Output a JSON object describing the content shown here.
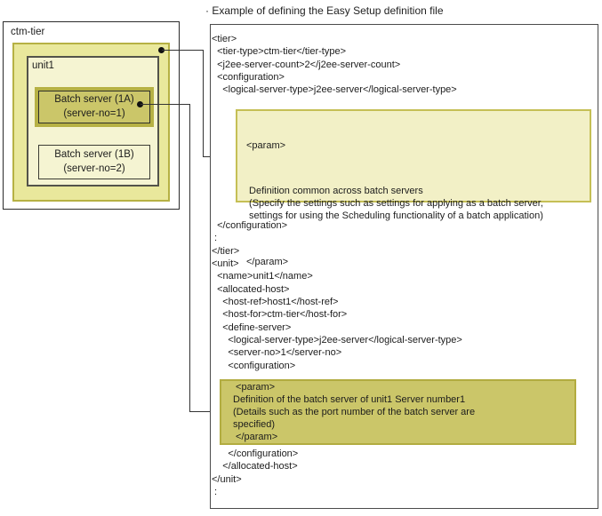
{
  "title": "· Example of defining the Easy Setup definition file",
  "colors": {
    "highlight_fill_light": "#f2f0c6",
    "highlight_fill_dark": "#cbc669",
    "highlight_border": "#b6b144",
    "tier_band_fill": "#e9e89c",
    "unit_fill": "#f5f4d2"
  },
  "diagram": {
    "tier_label": "ctm-tier",
    "unit_label": "unit1",
    "server_1a_line1": "Batch server (1A)",
    "server_1a_line2": "(server-no=1)",
    "server_1b_line1": "Batch server (1B)",
    "server_1b_line2": "(server-no=2)"
  },
  "code": {
    "block1": [
      "<tier>",
      "  <tier-type>ctm-tier</tier-type>",
      "  <j2ee-server-count>2</j2ee-server-count>",
      "  <configuration>",
      "    <logical-server-type>j2ee-server</logical-server-type>"
    ],
    "param1_open": "<param>",
    "param1_body": [
      " Definition common across batch servers",
      " (Specify the settings such as settings for applying as a batch server,",
      " settings for using the Scheduling functionality of a batch application)"
    ],
    "param1_close": "</param>",
    "block2": [
      "  </configuration>",
      " :",
      "</tier>",
      "<unit>",
      "  <name>unit1</name>",
      "  <allocated-host>",
      "    <host-ref>host1</host-ref>",
      "    <host-for>ctm-tier</host-for>",
      "    <define-server>",
      "      <logical-server-type>j2ee-server</logical-server-type>",
      "      <server-no>1</server-no>",
      "      <configuration>"
    ],
    "param2": [
      " <param>",
      "Definition of the batch server of unit1 Server number1",
      "(Details such as the port number of the batch server are",
      "specified)",
      " </param>"
    ],
    "block3": [
      "      </configuration>",
      "    </allocated-host>",
      "</unit>",
      " :"
    ]
  }
}
